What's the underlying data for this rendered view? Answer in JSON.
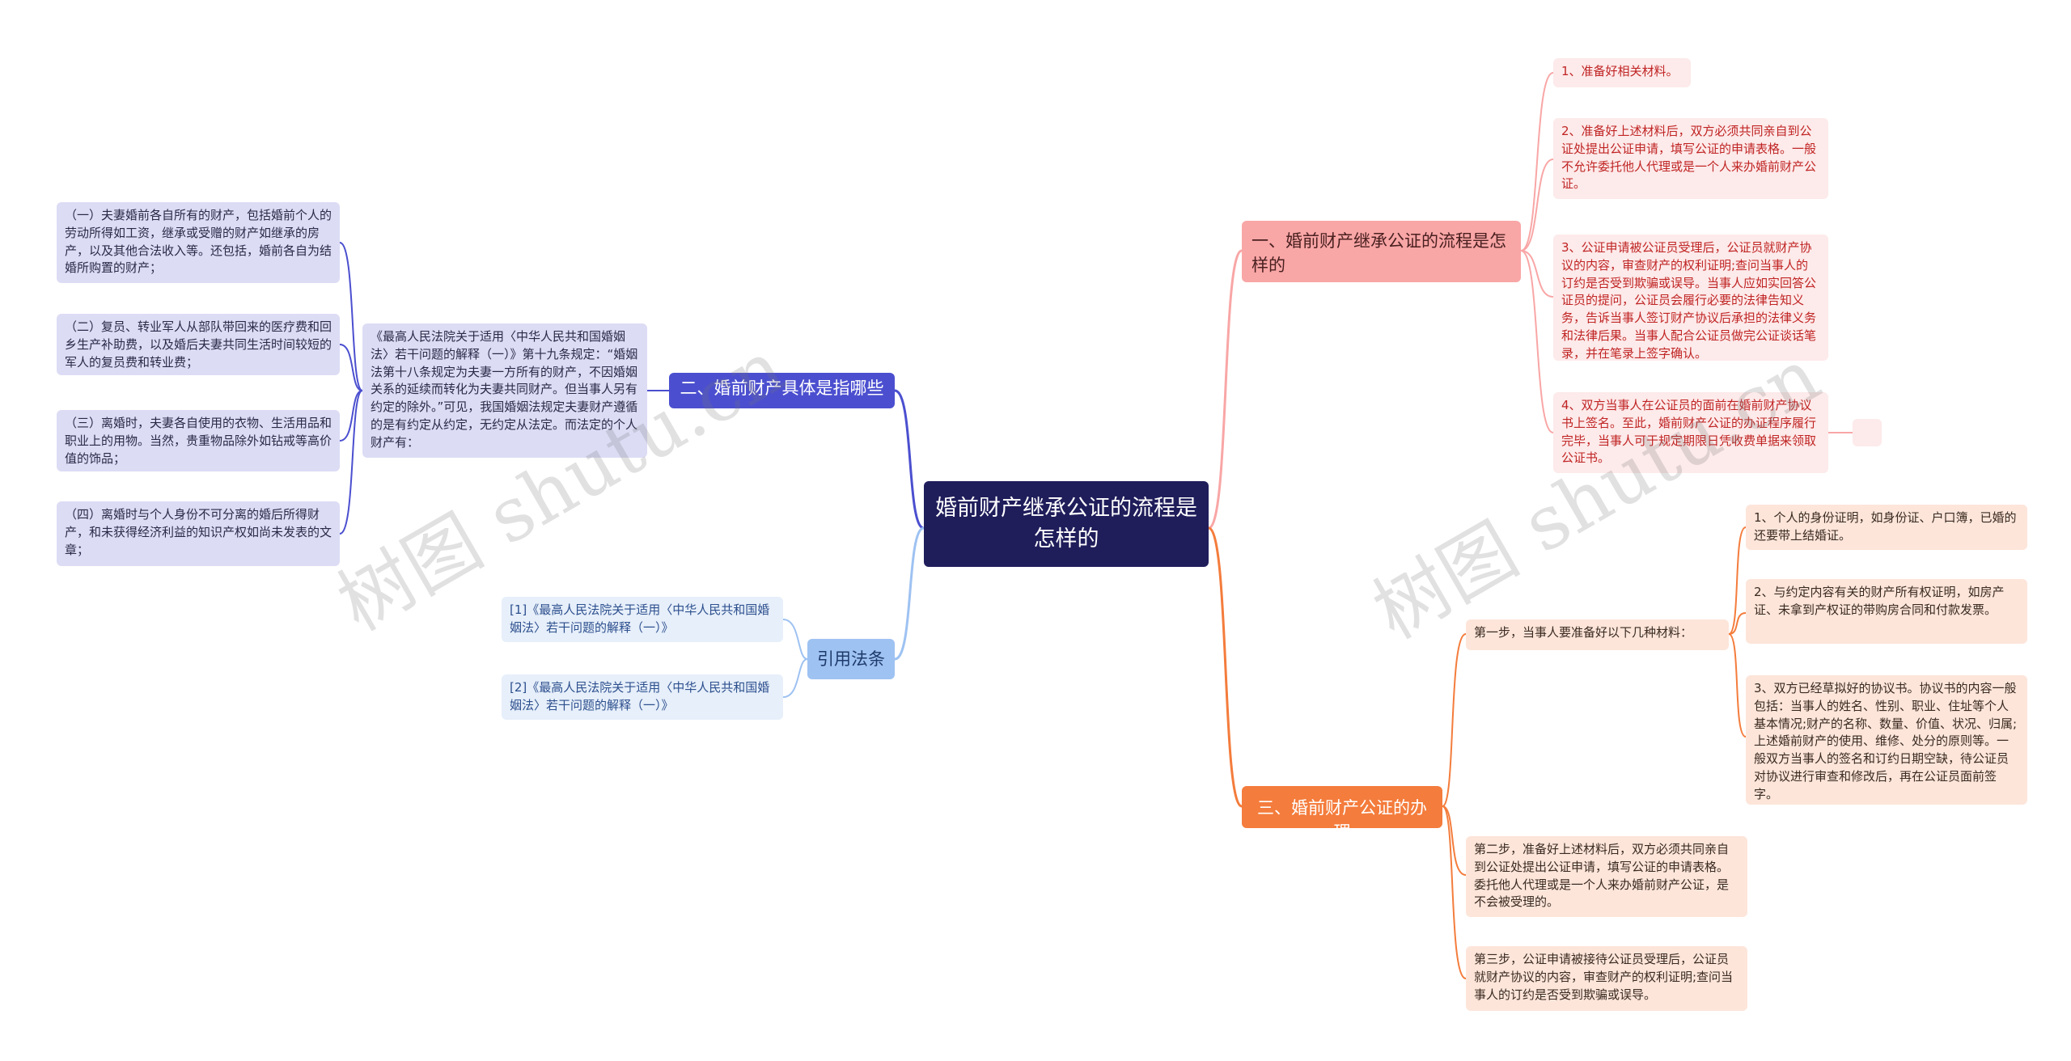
{
  "watermark": "树图 shutu.cn",
  "root": {
    "label": "婚前财产继承公证的流程是怎样的"
  },
  "branch1": {
    "label": "一、婚前财产继承公证的流程是怎样的",
    "items": [
      "1、准备好相关材料。",
      "2、准备好上述材料后，双方必须共同亲自到公证处提出公证申请，填写公证的申请表格。一般不允许委托他人代理或是一个人来办婚前财产公证。",
      "3、公证申请被公证员受理后，公证员就财产协议的内容，审查财产的权利证明;查问当事人的订约是否受到欺骗或误导。当事人应如实回答公证员的提问，公证员会履行必要的法律告知义务，告诉当事人签订财产协议后承担的法律义务和法律后果。当事人配合公证员做完公证谈话笔录，并在笔录上签字确认。",
      "4、双方当事人在公证员的面前在婚前财产协议书上签名。至此，婚前财产公证的办证程序履行完毕，当事人可于规定期限日凭收费单据来领取公证书。"
    ]
  },
  "branch2": {
    "label": "二、婚前财产具体是指哪些",
    "detail": "《最高人民法院关于适用〈中华人民共和国婚姻法〉若干问题的解释（一）》第十九条规定：“婚姻法第十八条规定为夫妻一方所有的财产，不因婚姻关系的延续而转化为夫妻共同财产。但当事人另有约定的除外。”可见，我国婚姻法规定夫妻财产遵循的是有约定从约定，无约定从法定。而法定的个人财产有：",
    "items": [
      "（一）夫妻婚前各自所有的财产，包括婚前个人的劳动所得如工资，继承或受赠的财产如继承的房产，以及其他合法收入等。还包括，婚前各自为结婚所购置的财产；",
      "（二）复员、转业军人从部队带回来的医疗费和回乡生产补助费，以及婚后夫妻共同生活时间较短的军人的复员费和转业费；",
      "（三）离婚时，夫妻各自使用的衣物、生活用品和职业上的用物。当然，贵重物品除外如钻戒等高价值的饰品；",
      "（四）离婚时与个人身份不可分离的婚后所得财产，和未获得经济利益的知识产权如尚未发表的文章；"
    ]
  },
  "branch3": {
    "label": "三、婚前财产公证的办理",
    "step1": {
      "label": "第一步，当事人要准备好以下几种材料：",
      "items": [
        "1、个人的身份证明，如身份证、户口簿，已婚的还要带上结婚证。",
        "2、与约定内容有关的财产所有权证明，如房产证、未拿到产权证的带购房合同和付款发票。",
        "3、双方已经草拟好的协议书。协议书的内容一般包括：当事人的姓名、性别、职业、住址等个人基本情况;财产的名称、数量、价值、状况、归属;上述婚前财产的使用、维修、处分的原则等。一般双方当事人的签名和订约日期空缺，待公证员对协议进行审查和修改后，再在公证员面前签字。"
      ]
    },
    "step2": "第二步，准备好上述材料后，双方必须共同亲自到公证处提出公证申请，填写公证的申请表格。委托他人代理或是一个人来办婚前财产公证，是不会被受理的。",
    "step3": "第三步，公证申请被接待公证员受理后，公证员就财产协议的内容，审查财产的权利证明;查问当事人的订约是否受到欺骗或误导。"
  },
  "branch4": {
    "label": "引用法条",
    "items": [
      "[1]《最高人民法院关于适用〈中华人民共和国婚姻法〉若干问题的解释（一）》",
      "[2]《最高人民法院关于适用〈中华人民共和国婚姻法〉若干问题的解释（一）》"
    ]
  },
  "colors": {
    "root": "#1f1d5a",
    "branch1": "#f9a6a6",
    "branch2": "#4b4fcf",
    "branch3": "#f47c3c",
    "branch4": "#9ec2f2"
  }
}
